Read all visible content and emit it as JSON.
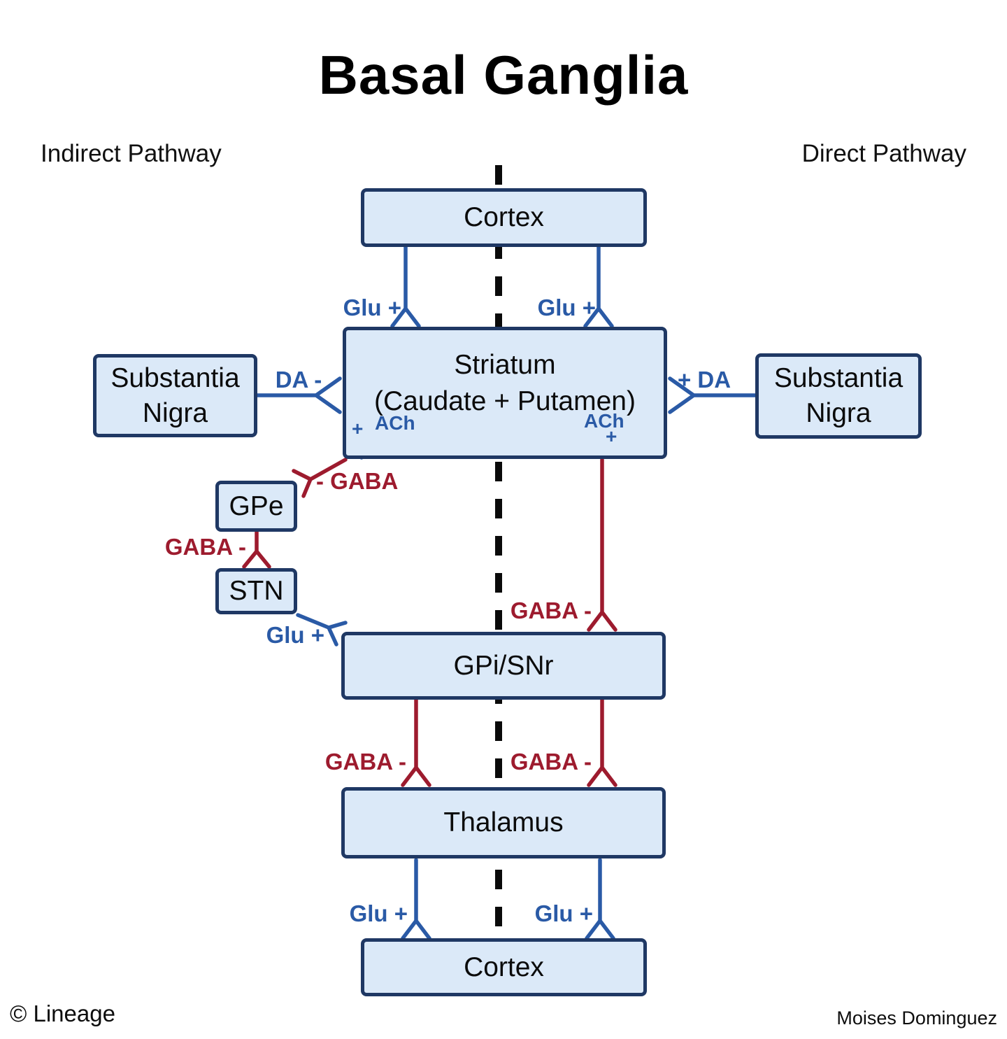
{
  "title": "Basal Ganglia",
  "pathways": {
    "indirect": "Indirect Pathway",
    "direct": "Direct Pathway"
  },
  "nodes": {
    "cortex_top": {
      "label": "Cortex"
    },
    "striatum": {
      "label_line1": "Striatum",
      "label_line2": "(Caudate + Putamen)"
    },
    "substantia_nigra_left": {
      "label_line1": "Substantia",
      "label_line2": "Nigra"
    },
    "substantia_nigra_right": {
      "label_line1": "Substantia",
      "label_line2": "Nigra"
    },
    "gpe": {
      "label": "GPe"
    },
    "stn": {
      "label": "STN"
    },
    "gpi_snr": {
      "label": "GPi/SNr"
    },
    "thalamus": {
      "label": "Thalamus"
    },
    "cortex_bottom": {
      "label": "Cortex"
    }
  },
  "edge_labels": {
    "cortex_striatum_left": "Glu +",
    "cortex_striatum_right": "Glu +",
    "sn_striatum_left": "DA -",
    "sn_striatum_right": "+ DA",
    "ach_left": "ACh",
    "ach_left_sign": "+",
    "ach_right": "ACh",
    "ach_right_sign": "+",
    "striatum_gpe": "- GABA",
    "gpe_stn": "GABA -",
    "stn_gpi": "Glu +",
    "striatum_gpi": "GABA -",
    "gpi_thalamus_left": "GABA -",
    "gpi_thalamus_right": "GABA -",
    "thalamus_cortex_left": "Glu +",
    "thalamus_cortex_right": "Glu +"
  },
  "colors": {
    "box_fill": "#dbe9f8",
    "box_border": "#1f3864",
    "excitatory_blue": "#2a5aa6",
    "inhibitory_red": "#9d1b2e",
    "divider_black": "#0a0a0a"
  },
  "footer": {
    "copyright": "© Lineage",
    "credit": "Moises Dominguez"
  }
}
